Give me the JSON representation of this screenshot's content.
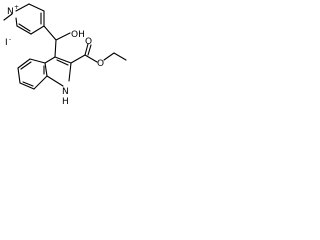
{
  "structure": {
    "iodide_label": "I",
    "iodide_charge": "-",
    "pyridinium_n": "N",
    "pyridinium_charge": "+",
    "hydroxyl": "OH",
    "ester_oxygen_1": "O",
    "ester_oxygen_2": "O",
    "indole_nh": "N",
    "indole_h": "H"
  }
}
